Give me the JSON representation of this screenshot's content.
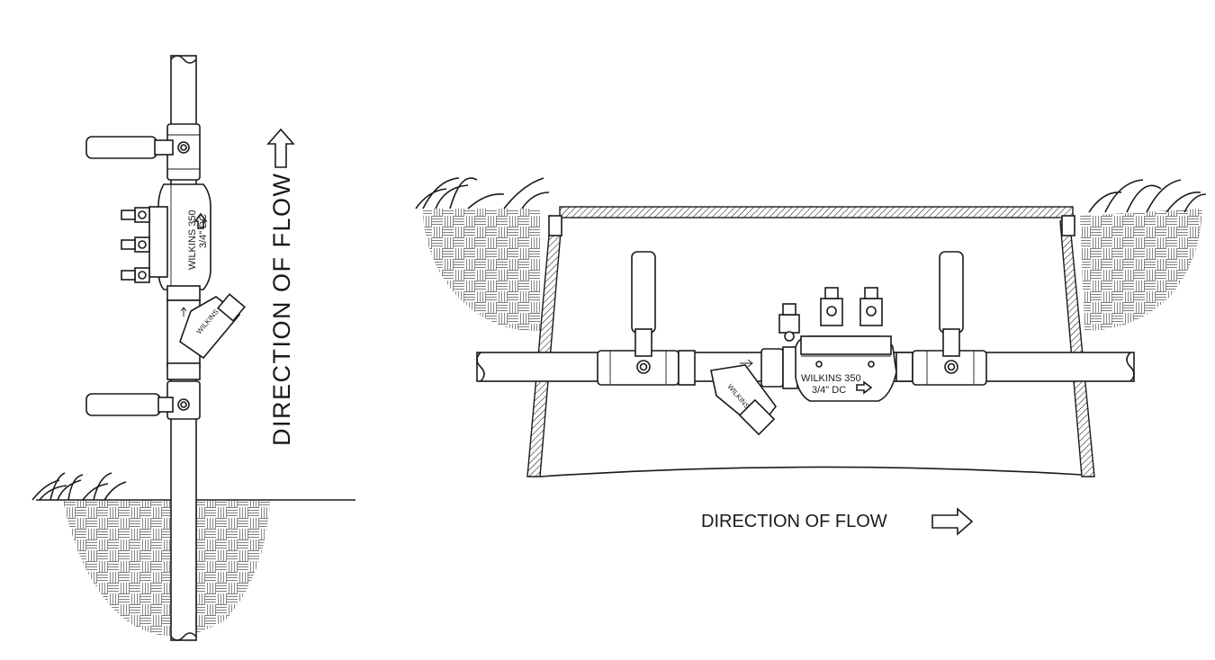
{
  "left_view": {
    "flow_label": "DIRECTION OF FLOW",
    "valve_brand": "WILKINS 350",
    "valve_size": "3/4\" DC",
    "strainer_brand": "WILKINS"
  },
  "right_view": {
    "flow_label": "DIRECTION OF FLOW",
    "valve_brand": "WILKINS 350",
    "valve_size": "3/4\" DC",
    "strainer_brand": "WILKINS"
  },
  "colors": {
    "line": "#1a1a1a",
    "background": "#ffffff"
  }
}
